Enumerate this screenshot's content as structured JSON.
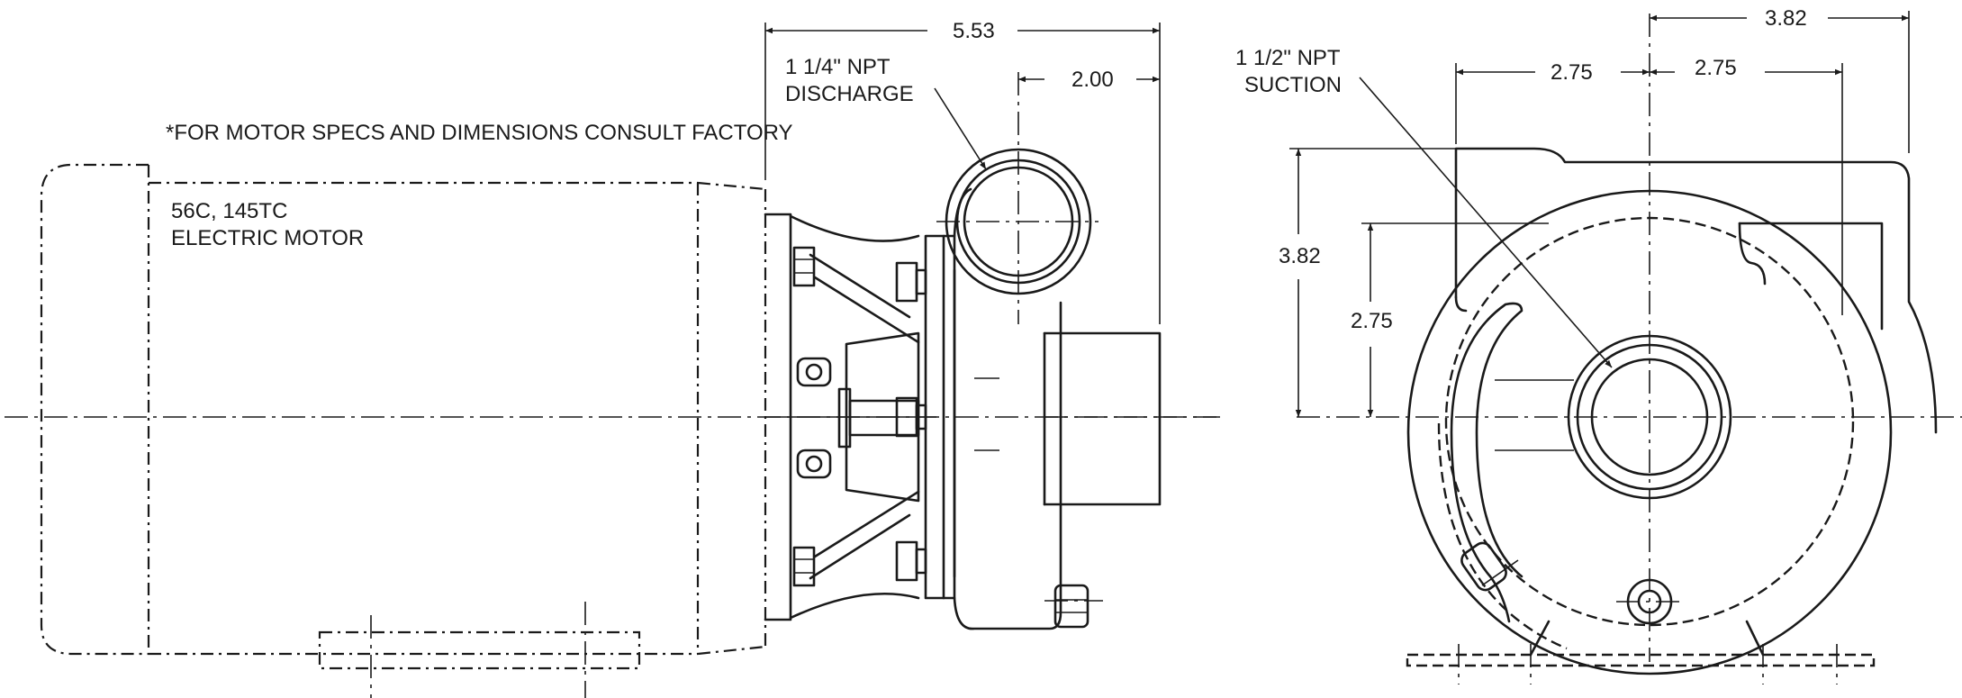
{
  "notes": {
    "motor_specs": "*FOR MOTOR SPECS AND DIMENSIONS CONSULT FACTORY",
    "motor_frame_line1": "56C, 145TC",
    "motor_frame_line2": "ELECTRIC MOTOR",
    "discharge_line1": "1 1/4\" NPT",
    "discharge_line2": "DISCHARGE",
    "suction_line1": "1 1/2\" NPT",
    "suction_line2": "SUCTION"
  },
  "dimensions": {
    "side_overall_length": "5.53",
    "side_discharge_offset": "2.00",
    "front_left_width": "2.75",
    "front_right_width": "2.75",
    "front_top_offset": "3.82",
    "front_height": "3.82",
    "front_suction_height": "2.75"
  }
}
